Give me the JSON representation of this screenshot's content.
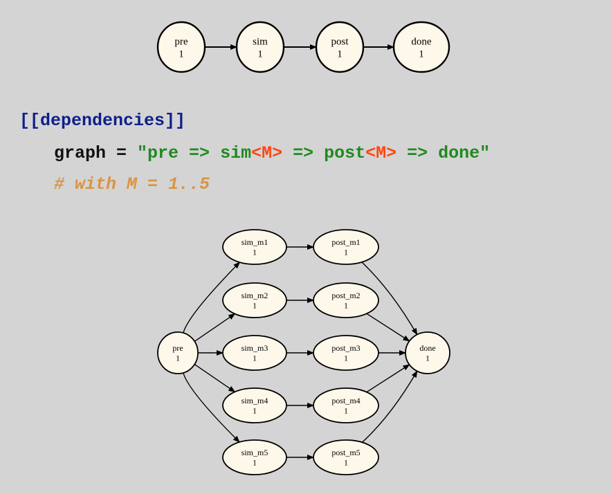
{
  "top_graph": {
    "nodes": [
      {
        "id": "pre",
        "name": "pre",
        "count": "1"
      },
      {
        "id": "sim",
        "name": "sim",
        "count": "1"
      },
      {
        "id": "post",
        "name": "post",
        "count": "1"
      },
      {
        "id": "done",
        "name": "done",
        "count": "1"
      }
    ],
    "edges": [
      [
        "pre",
        "sim"
      ],
      [
        "sim",
        "post"
      ],
      [
        "post",
        "done"
      ]
    ]
  },
  "code": {
    "header": "[[dependencies]]",
    "key": "graph",
    "equals": " = ",
    "str_quote_open": "\"",
    "str_pre": "pre => sim",
    "param1": "<M>",
    "str_mid": " => post",
    "param2": "<M>",
    "str_end": " => done",
    "str_quote_close": "\"",
    "comment": "# with M = 1..5"
  },
  "bottom_graph": {
    "nodes": [
      {
        "id": "pre",
        "name": "pre",
        "count": "1"
      },
      {
        "id": "sim_m1",
        "name": "sim_m1",
        "count": "1"
      },
      {
        "id": "sim_m2",
        "name": "sim_m2",
        "count": "1"
      },
      {
        "id": "sim_m3",
        "name": "sim_m3",
        "count": "1"
      },
      {
        "id": "sim_m4",
        "name": "sim_m4",
        "count": "1"
      },
      {
        "id": "sim_m5",
        "name": "sim_m5",
        "count": "1"
      },
      {
        "id": "post_m1",
        "name": "post_m1",
        "count": "1"
      },
      {
        "id": "post_m2",
        "name": "post_m2",
        "count": "1"
      },
      {
        "id": "post_m3",
        "name": "post_m3",
        "count": "1"
      },
      {
        "id": "post_m4",
        "name": "post_m4",
        "count": "1"
      },
      {
        "id": "post_m5",
        "name": "post_m5",
        "count": "1"
      },
      {
        "id": "done",
        "name": "done",
        "count": "1"
      }
    ],
    "edges": [
      [
        "pre",
        "sim_m1"
      ],
      [
        "pre",
        "sim_m2"
      ],
      [
        "pre",
        "sim_m3"
      ],
      [
        "pre",
        "sim_m4"
      ],
      [
        "pre",
        "sim_m5"
      ],
      [
        "sim_m1",
        "post_m1"
      ],
      [
        "sim_m2",
        "post_m2"
      ],
      [
        "sim_m3",
        "post_m3"
      ],
      [
        "sim_m4",
        "post_m4"
      ],
      [
        "sim_m5",
        "post_m5"
      ],
      [
        "post_m1",
        "done"
      ],
      [
        "post_m2",
        "done"
      ],
      [
        "post_m3",
        "done"
      ],
      [
        "post_m4",
        "done"
      ],
      [
        "post_m5",
        "done"
      ]
    ]
  },
  "colors": {
    "background": "#d4d4d4",
    "node_fill": "#fdf8ea",
    "node_stroke": "#000000",
    "header": "#0d1f8c",
    "key": "#111111",
    "string": "#1f8a1f",
    "param": "#ff4510",
    "comment": "#d99444"
  }
}
